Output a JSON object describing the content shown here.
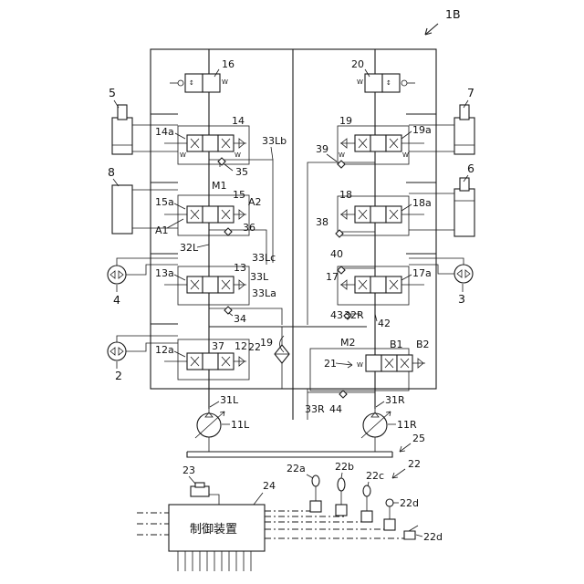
{
  "figure_label": "1B",
  "controller_label": "制御装置",
  "valve_symbols": {
    "spring": "W",
    "detent": "↕"
  },
  "labels": {
    "n5": "5",
    "n7": "7",
    "n8": "8",
    "n6": "6",
    "n16": "16",
    "n20": "20",
    "n14": "14",
    "n14a": "14a",
    "n19": "19",
    "n19a": "19a",
    "n33Lb": "33Lb",
    "n35": "35",
    "n39": "39",
    "nM1": "M1",
    "n15": "15",
    "n15a": "15a",
    "nA2": "A2",
    "nA1": "A1",
    "n36": "36",
    "n18": "18",
    "n18a": "18a",
    "n38": "38",
    "n32L": "32L",
    "n33Lc": "33Lc",
    "n40": "40",
    "n13": "13",
    "n13a": "13a",
    "n33L": "33L",
    "n33La": "33La",
    "n4": "4",
    "n17": "17",
    "n17a": "17a",
    "n3": "3",
    "n34": "34",
    "n43": "43",
    "n32R": "32R",
    "n42": "42",
    "n37": "37",
    "n12": "12",
    "n22_mid": "22",
    "n19b": "19",
    "nM2": "M2",
    "nB1": "B1",
    "nB2": "B2",
    "n21": "21",
    "n12a": "12a",
    "n2": "2",
    "n31L": "31L",
    "n11L": "11L",
    "n33R": "33R",
    "n44": "44",
    "n31R": "31R",
    "n11R": "11R",
    "n25": "25",
    "n22": "22",
    "n23": "23",
    "n24": "24",
    "n22a": "22a",
    "n22b": "22b",
    "n22c": "22c",
    "n22d": "22d",
    "n22d2": "22d"
  }
}
